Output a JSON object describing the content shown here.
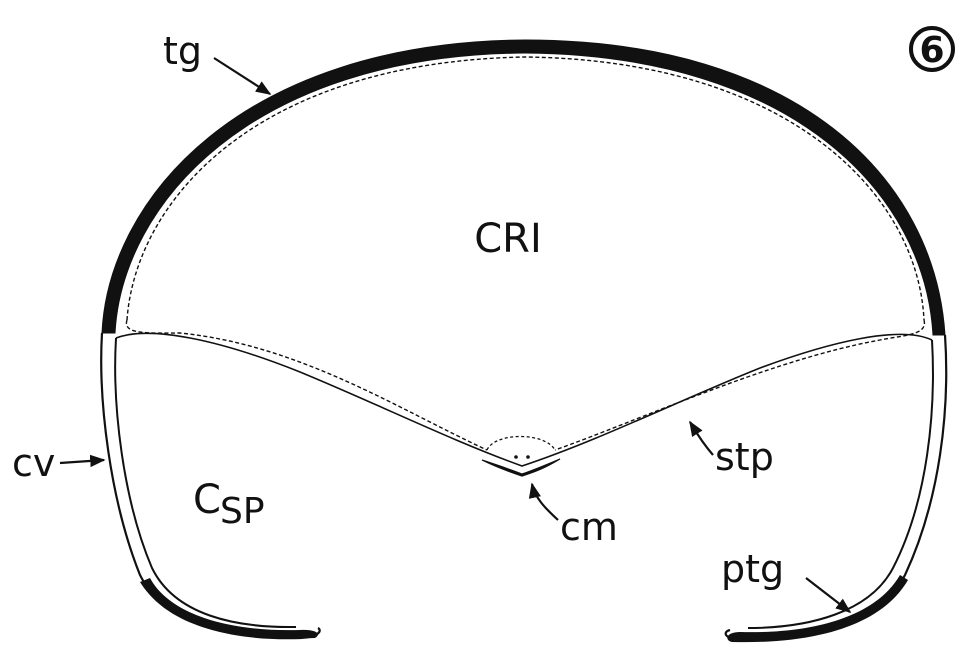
{
  "figure": {
    "number": "6",
    "regions": {
      "upper": "CRI",
      "lower_main": "C",
      "lower_sub": "SP"
    },
    "labels": {
      "tg": "tg",
      "cv": "cv",
      "stp": "stp",
      "cm": "cm",
      "ptg": "ptg"
    }
  },
  "colors": {
    "ink": "#111111",
    "background": "#ffffff"
  }
}
